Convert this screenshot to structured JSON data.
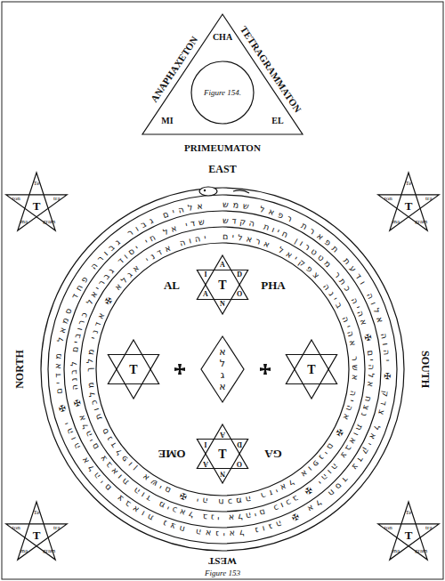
{
  "diagram": {
    "caption": "Figure 153",
    "nodes": [
      {
        "text": [
          "ANAPHAXETON",
          "TETRAGRAMMATON",
          "PRIMEUMATON",
          "CHA",
          "MI",
          "EL"
        ]
      },
      {
        "text": [
          "Figure 154."
        ],
        "in": 0
      },
      {
        "text": [
          "T",
          "Te",
          "tra",
          "gram",
          "ma",
          "ton"
        ]
      },
      {
        "text": [
          "T",
          "Te",
          "tra",
          "gram",
          "ma",
          "ton"
        ]
      },
      {
        "text": [
          "T",
          "Te",
          "tra",
          "gram",
          "ma",
          "ton"
        ]
      },
      {
        "text": [
          "T",
          "Te",
          "tra",
          "gram",
          "ma",
          "ton"
        ]
      },
      {
        "text": [
          "אלהים גבור גבורה פחד סמאל מאדים ✠ יהוה אלהים צבאות נצח האניאל נוגה ✠ אל חסד צדקיאל צדק ✠ יהוה אלוה ודעת תפארת רפאל שמש",
          "שדי אל חי יסוד גבריאל כרובים לבנה ✠ אלהים צבאות הוד מיכאל בני אלהים כוכב ✠ יהוה צבאות נצח אלהים ✠ אהיה כתר מטטרון חיות הקדש",
          "יהוה אדני אגלא ✠ אדני מלך מלכות סנדלפון אשים ✠ יה חכמה רזיאל אופנים ✠ אהיה אשר אהיה בינה צפקיאל אראלים"
        ]
      },
      {
        "text": [
          "AL",
          "PHA",
          "T",
          "A",
          "D",
          "O",
          "N",
          "A",
          "I"
        ],
        "in": 6
      },
      {
        "text": [
          "T"
        ],
        "in": 6
      },
      {
        "text": [
          "אגלא"
        ],
        "in": 6
      },
      {
        "text": [
          "T"
        ],
        "in": 6
      },
      {
        "text": [
          "OME",
          "GA",
          "T",
          "A",
          "D",
          "O",
          "N",
          "A",
          "I"
        ],
        "in": 6
      }
    ],
    "labels": [
      "EAST",
      "NORTH",
      "SOUTH",
      "WEST"
    ]
  }
}
